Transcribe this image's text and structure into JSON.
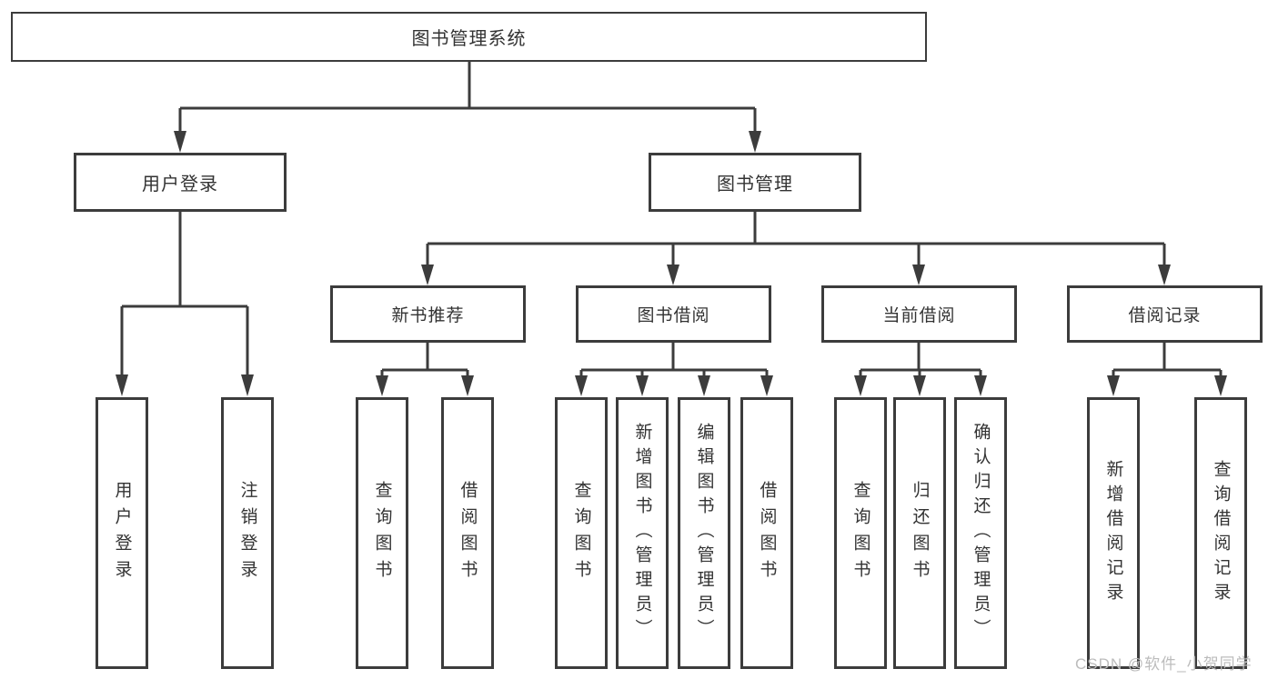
{
  "tree": {
    "label": "图书管理系统",
    "children": [
      {
        "label": "用户登录",
        "children": [
          {
            "label": "用户登录"
          },
          {
            "label": "注销登录"
          }
        ]
      },
      {
        "label": "图书管理",
        "children": [
          {
            "label": "新书推荐",
            "children": [
              {
                "label": "查询图书"
              },
              {
                "label": "借阅图书"
              }
            ]
          },
          {
            "label": "图书借阅",
            "children": [
              {
                "label": "查询图书"
              },
              {
                "label": "新增图书（管理员）"
              },
              {
                "label": "编辑图书（管理员）"
              },
              {
                "label": "借阅图书"
              }
            ]
          },
          {
            "label": "当前借阅",
            "children": [
              {
                "label": "查询图书"
              },
              {
                "label": "归还图书"
              },
              {
                "label": "确认归还（管理员）"
              }
            ]
          },
          {
            "label": "借阅记录",
            "children": [
              {
                "label": "新增借阅记录"
              },
              {
                "label": "查询借阅记录"
              }
            ]
          }
        ]
      }
    ]
  },
  "watermark": "CSDN @软件_小贺同学",
  "colors": {
    "line": "#3c3c3c",
    "text": "#333333",
    "watermark": "#bcbcbc",
    "background": "#ffffff"
  }
}
